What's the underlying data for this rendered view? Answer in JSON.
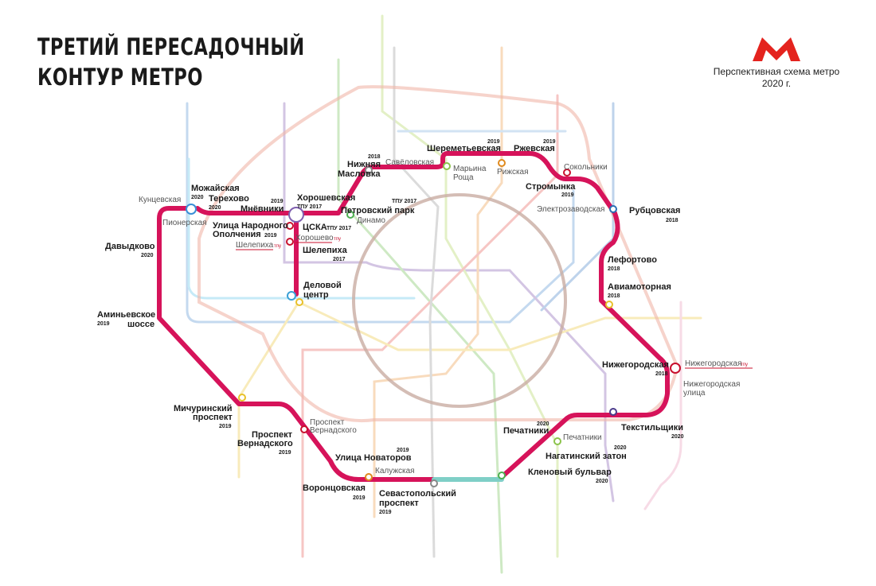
{
  "header": {
    "title_line1": "ТРЕТИЙ ПЕРЕСАДОЧНЫЙ",
    "title_line2": "КОНТУР МЕТРО"
  },
  "logo": {
    "letter": "M",
    "text_line1": "Перспективная схема метро",
    "text_line2": "2020 г."
  },
  "colors": {
    "main_line": "#d6135a",
    "teal_segment": "#7fcfc7",
    "circle_line": "#c9ada2",
    "logo_red": "#e4231e"
  },
  "stations": [
    {
      "name": "Можайская",
      "year": "2020"
    },
    {
      "name": "Терехово",
      "year": "2020"
    },
    {
      "name": "Мнёвники",
      "year": "2019"
    },
    {
      "name": "Хорошевская",
      "year": "ТПУ 2017"
    },
    {
      "name": "Петровский парк",
      "year": "ТПУ 2017"
    },
    {
      "name_line1": "Нижняя",
      "name_line2": "Масловка",
      "year": "2018"
    },
    {
      "name": "Шереметьевская",
      "year": "2019"
    },
    {
      "name": "Ржевская",
      "year": "2019"
    },
    {
      "name": "Стромынка",
      "year": "2019"
    },
    {
      "name": "Рубцовская",
      "year": "2018"
    },
    {
      "name": "Лефортово",
      "year": "2018"
    },
    {
      "name": "Авиамоторная",
      "year": "2018"
    },
    {
      "name": "Нижегородская",
      "year": "2018"
    },
    {
      "name": "Текстильщики",
      "year": "2020"
    },
    {
      "name": "Нагатинский затон",
      "year": "2020"
    },
    {
      "name": "Кленовый бульвар",
      "year": "2020"
    },
    {
      "name": "Печатники",
      "year": "2020"
    },
    {
      "name_line1": "Севастопольский",
      "name_line2": "проспект",
      "year": "2019"
    },
    {
      "name": "Улица Новаторов",
      "year": "2019"
    },
    {
      "name": "Воронцовская",
      "year": "2019"
    },
    {
      "name_line1": "Проспект",
      "name_line2": "Вернадского",
      "year": "2019"
    },
    {
      "name_line1": "Мичуринский",
      "name_line2": "проспект",
      "year": "2019"
    },
    {
      "name_line1": "Аминьевское",
      "name_line2": "шоссе",
      "year": "2019"
    },
    {
      "name": "Давыдково",
      "year": "2020"
    },
    {
      "name_line1": "Улица Народного",
      "name_line2": "Ополчения",
      "year": "2019"
    },
    {
      "name": "ЦСКА",
      "year": "ТПУ 2017"
    },
    {
      "name": "Шелепиха",
      "year": "2017"
    },
    {
      "name_line1": "Деловой",
      "name_line2": "центр"
    }
  ],
  "transfers": [
    {
      "name": "Кунцевская"
    },
    {
      "name": "Пионерская"
    },
    {
      "name": "Савёловская"
    },
    {
      "name": "Динамо"
    },
    {
      "name_line1": "Марьина",
      "name_line2": "Роща"
    },
    {
      "name": "Рижская"
    },
    {
      "name": "Сокольники"
    },
    {
      "name": "Электрозаводская"
    },
    {
      "name": "Нижегородская",
      "suffix": "тпу"
    },
    {
      "name_line1": "Нижегородская",
      "name_line2": "улица"
    },
    {
      "name": "Печатники"
    },
    {
      "name": "Калужская"
    },
    {
      "name_line1": "Проспект",
      "name_line2": "Вернадского"
    },
    {
      "name": "Хорошево",
      "suffix": "тпу"
    },
    {
      "name": "Шелепиха",
      "suffix": "тпу"
    }
  ]
}
